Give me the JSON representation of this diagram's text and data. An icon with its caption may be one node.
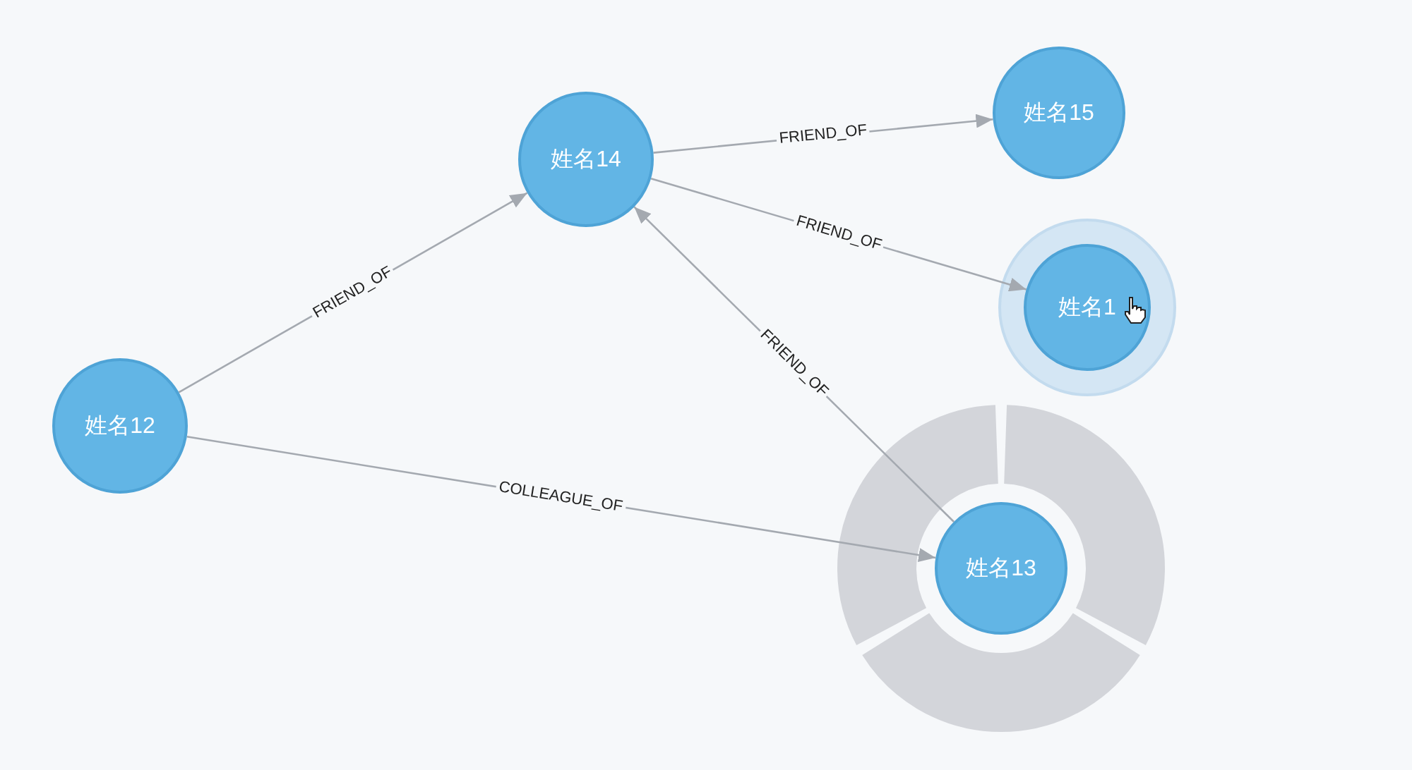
{
  "diagram": {
    "nodes": [
      {
        "text": [
          "姓名14"
        ]
      },
      {
        "text": [
          "姓名15"
        ]
      },
      {
        "text": [
          "姓名1"
        ]
      },
      {
        "text": [
          "姓名12"
        ]
      },
      {
        "text": [
          "姓名13"
        ]
      }
    ],
    "edges": [
      {
        "from": 3,
        "to": 0,
        "arrow": "to",
        "label": "FRIEND_OF"
      },
      {
        "from": 0,
        "to": 1,
        "arrow": "to",
        "label": "FRIEND_OF"
      },
      {
        "from": 0,
        "to": 2,
        "arrow": "to",
        "label": "FRIEND_OF"
      },
      {
        "from": 4,
        "to": 0,
        "arrow": "to",
        "label": "FRIEND_OF"
      },
      {
        "from": 3,
        "to": 4,
        "arrow": "to",
        "label": "COLLEAGUE_OF"
      }
    ]
  }
}
